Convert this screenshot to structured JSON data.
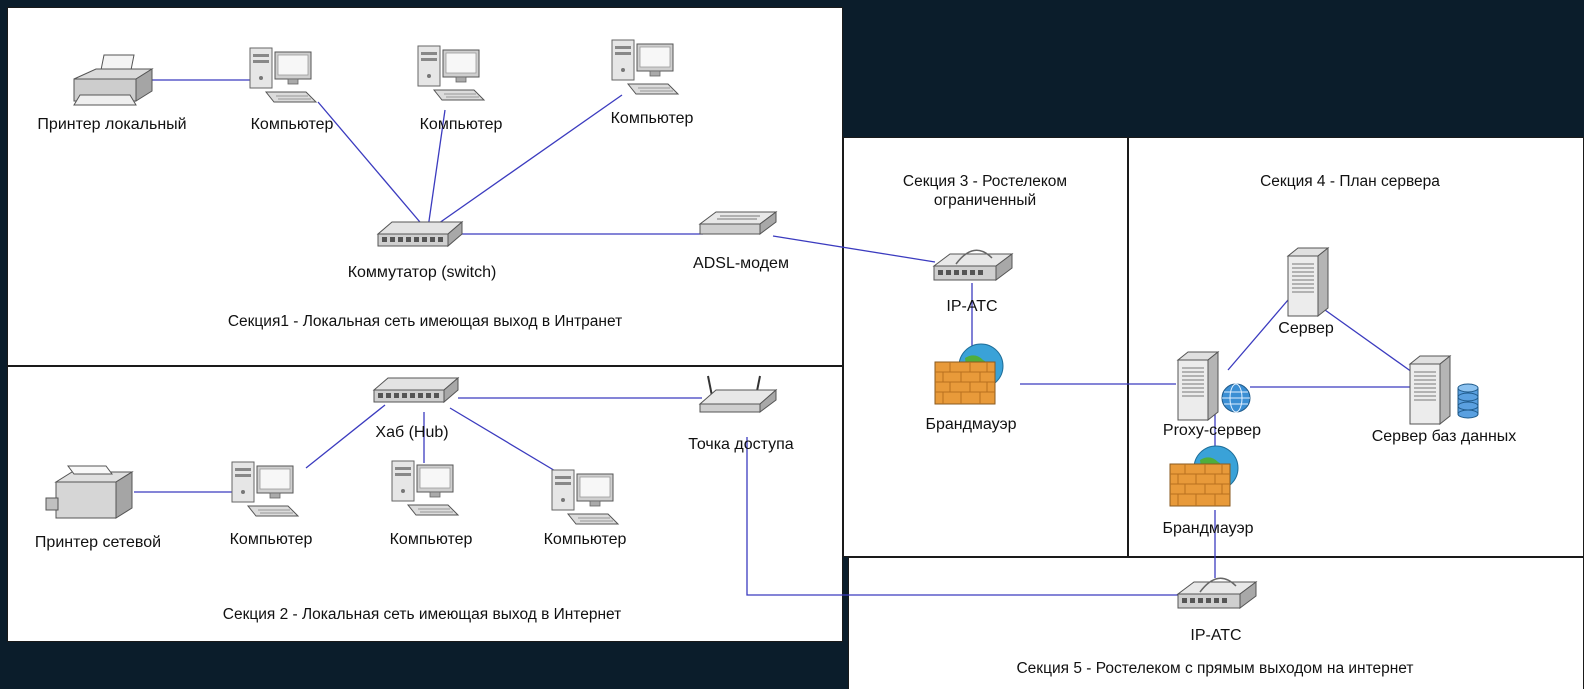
{
  "sections": {
    "s1_caption": "Секция1 - Локальная сеть имеющая выход в Интранет",
    "s2_caption": "Секция 2 - Локальная сеть имеющая выход в Интернет",
    "s3_caption_line1": "Секция 3 - Ростелеком",
    "s3_caption_line2": "ограниченный",
    "s4_caption": "Секция 4 - План сервера",
    "s5_caption": "Секция 5 - Ростелеком с прямым выходом на интернет"
  },
  "nodes": {
    "printer_local": "Принтер локальный",
    "computer_label": "Компьютер",
    "switch": "Коммутатор (switch)",
    "adsl_modem": "ADSL-модем",
    "hub": "Хаб (Hub)",
    "access_point": "Точка доступа",
    "printer_network": "Принтер сетевой",
    "ip_pbx": "IP-АТС",
    "firewall": "Брандмауэр",
    "server": "Сервер",
    "proxy_server": "Proxy-сервер",
    "db_server": "Сервер баз данных"
  },
  "colors": {
    "background": "#0b1d2b",
    "panel": "#ffffff",
    "link": "#3b3bbf"
  }
}
